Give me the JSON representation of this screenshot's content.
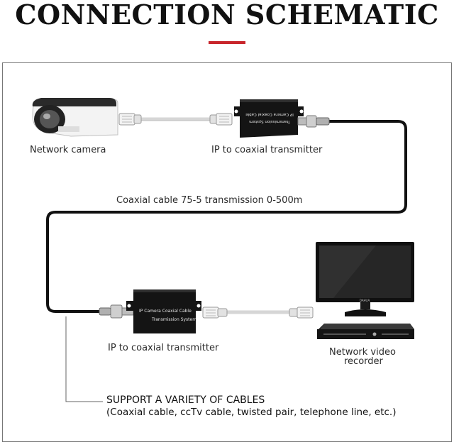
{
  "title": "CONNECTION SCHEMATIC",
  "colors": {
    "accent": "#c8262c",
    "frame": "#777777",
    "cable": "#111111",
    "network_cable": "#d9d9d9",
    "device": "#161616"
  },
  "icons": [
    "network-camera-icon",
    "transmitter-box-icon",
    "rj45-connector-icon",
    "bnc-connector-icon",
    "monitor-icon",
    "nvr-icon"
  ],
  "labels": {
    "camera": "Network camera",
    "transmitter_top": "IP to coaxial transmitter",
    "cable": "Coaxial cable 75-5 transmission 0-500m",
    "transmitter_bottom": "IP to coaxial transmitter",
    "nvr_line1": "Network video",
    "nvr_line2": "recorder"
  },
  "device_text": {
    "box_line1": "IP Camera Coaxial Cable",
    "box_line2": "Transmission System",
    "monitor_brand": "DAHUA"
  },
  "support": {
    "title": "SUPPORT A VARIETY OF CABLES",
    "subtitle": "(Coaxial cable, ccTv cable, twisted pair, telephone line, etc.)"
  }
}
